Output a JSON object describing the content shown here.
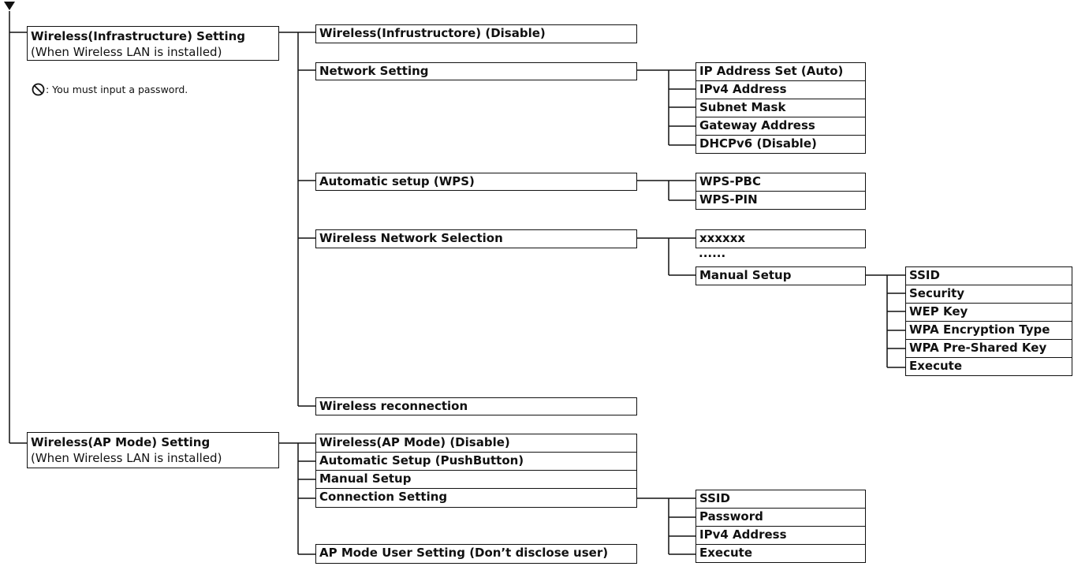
{
  "top_level": [
    {
      "title": "Wireless(Infrastructure) Setting",
      "subtitle": "(When Wireless LAN is installed)"
    },
    {
      "title": "Wireless(AP Mode) Setting",
      "subtitle": "(When Wireless LAN is installed)"
    }
  ],
  "note": {
    "icon": "prohibited-icon",
    "text": ": You must input a password."
  },
  "infra": {
    "items": [
      "Wireless(Infrustructore) (Disable)",
      "Network Setting",
      "Automatic setup (WPS)",
      "Wireless Network Selection",
      "Wireless reconnection"
    ],
    "network": [
      "IP Address Set (Auto)",
      "IPv4 Address",
      "Subnet Mask",
      "Gateway Address",
      "DHCPv6 (Disable)"
    ],
    "wps": [
      "WPS-PBC",
      "WPS-PIN"
    ],
    "selection": {
      "first": "xxxxxx",
      "ellipsis": "......",
      "manual": "Manual Setup"
    },
    "manual": [
      "SSID",
      "Security",
      "WEP Key",
      "WPA Encryption Type",
      "WPA Pre-Shared Key",
      "Execute"
    ]
  },
  "ap": {
    "items": [
      "Wireless(AP Mode) (Disable)",
      "Automatic Setup (PushButton)",
      "Manual Setup",
      "Connection Setting",
      "AP Mode User Setting (Don’t disclose user)"
    ],
    "connection": [
      "SSID",
      "Password",
      "IPv4 Address",
      "Execute"
    ]
  }
}
